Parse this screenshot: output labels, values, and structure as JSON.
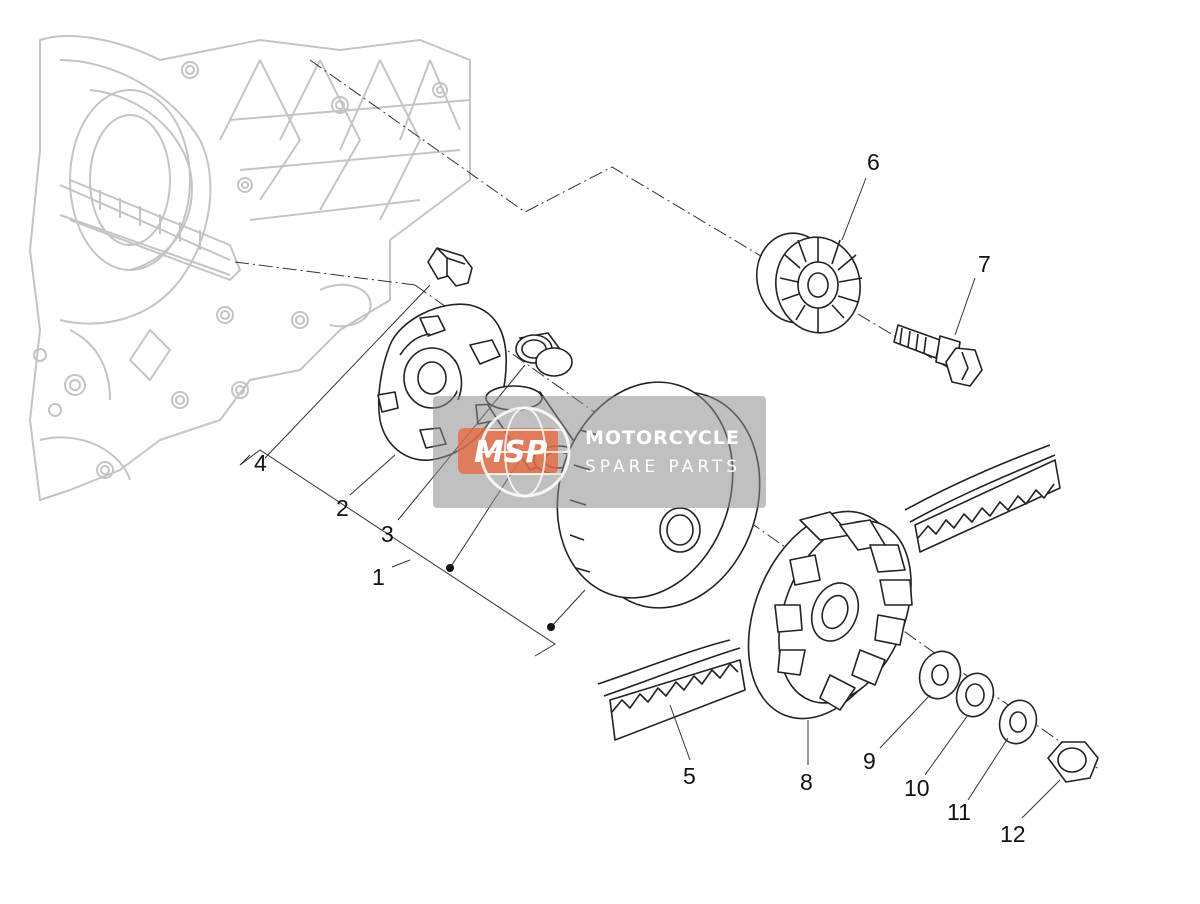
{
  "callouts": [
    {
      "id": "1",
      "text": "1"
    },
    {
      "id": "2",
      "text": "2"
    },
    {
      "id": "3",
      "text": "3"
    },
    {
      "id": "4",
      "text": "4"
    },
    {
      "id": "5",
      "text": "5"
    },
    {
      "id": "6",
      "text": "6"
    },
    {
      "id": "7",
      "text": "7"
    },
    {
      "id": "8",
      "text": "8"
    },
    {
      "id": "9",
      "text": "9"
    },
    {
      "id": "10",
      "text": "10"
    },
    {
      "id": "11",
      "text": "11"
    },
    {
      "id": "12",
      "text": "12"
    }
  ],
  "watermark": {
    "logo": "MSP",
    "line1": "MOTORCYCLE",
    "line2": "SPARE PARTS"
  },
  "colors": {
    "line": "#222222",
    "faint": "#c4c4c4",
    "watermark_bg": "#8c8c8c",
    "watermark_logo": "#e8663a"
  }
}
